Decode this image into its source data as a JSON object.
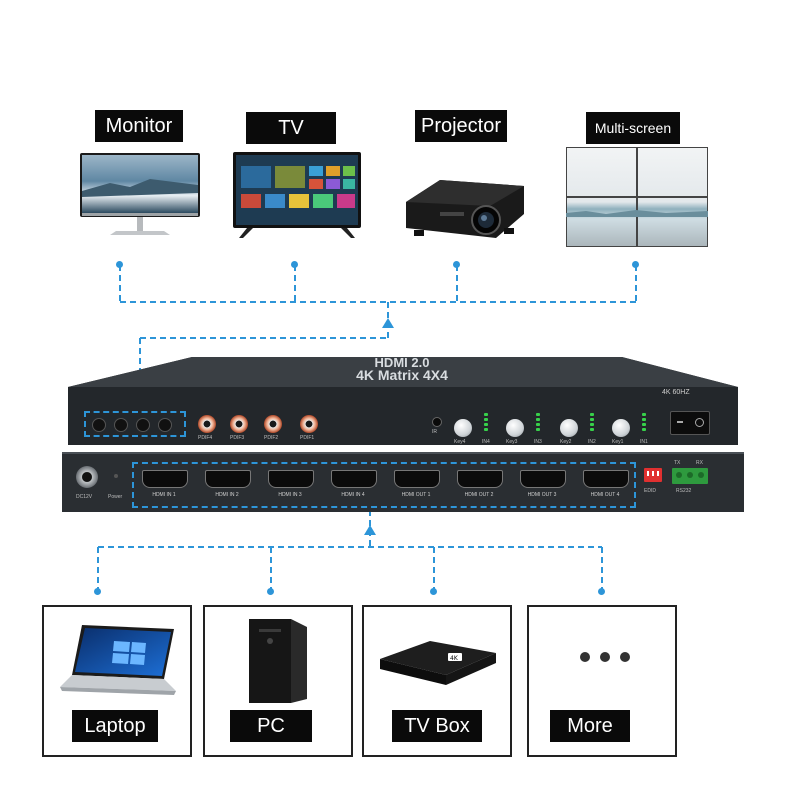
{
  "destinations": [
    {
      "label": "Monitor",
      "icon": "monitor-icon"
    },
    {
      "label": "TV",
      "icon": "tv-icon"
    },
    {
      "label": "Projector",
      "icon": "projector-icon"
    },
    {
      "label": "Multi-screen",
      "icon": "video-wall-icon"
    }
  ],
  "sources": [
    {
      "label": "Laptop",
      "icon": "laptop-icon"
    },
    {
      "label": "PC",
      "icon": "pc-tower-icon"
    },
    {
      "label": "TV Box",
      "icon": "tv-box-icon"
    },
    {
      "label": "More",
      "icon": "more-dots-icon"
    }
  ],
  "device": {
    "title_line1": "HDMI 2.0",
    "title_line2": "4K Matrix 4X4",
    "badge": "4K 60HZ",
    "front": {
      "pdif_labels": [
        "PDIF4",
        "PDIF3",
        "PDIF2",
        "PDIF1"
      ],
      "key_labels": [
        "Key4",
        "Key3",
        "Key2",
        "Key1"
      ],
      "in_labels": [
        "IN4",
        "IN3",
        "IN2",
        "IN1"
      ],
      "ir_label": "IR"
    },
    "rear": {
      "dc_label": "DC12V",
      "power_label": "Power",
      "hdmi_ports": [
        "HDMI IN 1",
        "HDMI IN 2",
        "HDMI IN 3",
        "HDMI IN 4",
        "HDMI OUT 1",
        "HDMI OUT 2",
        "HDMI OUT 3",
        "HDMI OUT 4"
      ],
      "edid_label": "EDID",
      "rs232_label": "RS232",
      "rs232_pins": [
        "TX",
        "RX"
      ]
    }
  },
  "colors": {
    "connector_blue": "#2d95d8",
    "label_bg": "#0a0a0a",
    "device_body": "#2b2f33"
  }
}
